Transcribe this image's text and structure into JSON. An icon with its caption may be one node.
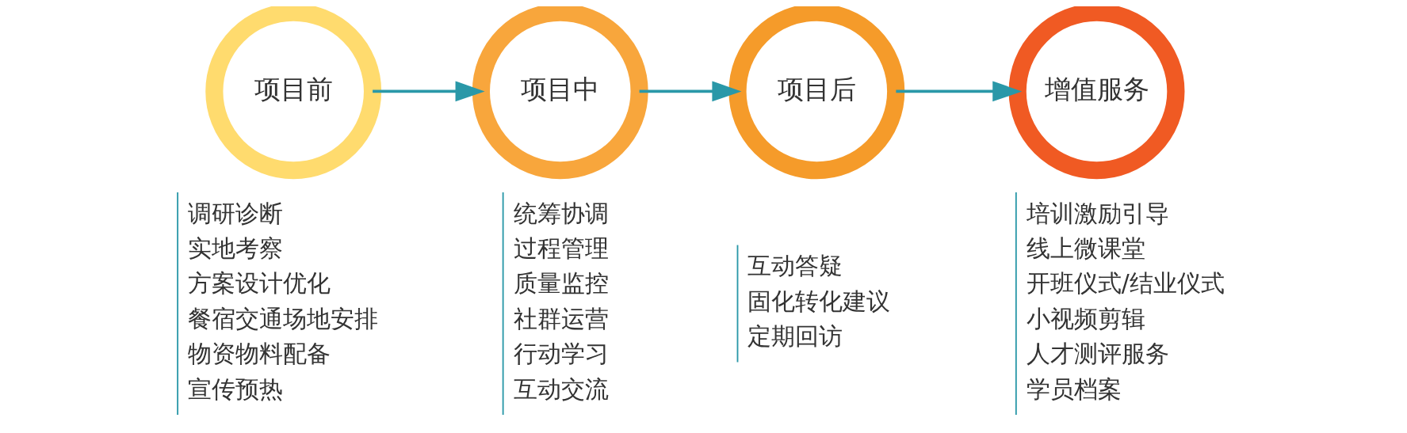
{
  "diagram": {
    "nodes": [
      {
        "text": [
          "项目前"
        ],
        "beside": [
          "调研诊断",
          "实地考察",
          "方案设计优化",
          "餐宿交通场地安排",
          "物资物料配备",
          "宣传预热"
        ]
      },
      {
        "text": [
          "项目中"
        ],
        "beside": [
          "统筹协调",
          "过程管理",
          "质量监控",
          "社群运营",
          "行动学习",
          "互动交流"
        ]
      },
      {
        "text": [
          "项目后"
        ],
        "beside": [
          "互动答疑",
          "固化转化建议",
          "定期回访"
        ]
      },
      {
        "text": [
          "增值服务"
        ],
        "beside": [
          "培训激励引导",
          "线上微课堂",
          "开班仪式/结业仪式",
          "小视频剪辑",
          "人才测评服务",
          "学员档案"
        ]
      }
    ],
    "edges": [
      {
        "from": 0,
        "to": 1,
        "arrow": "to"
      },
      {
        "from": 1,
        "to": 2,
        "arrow": "to"
      },
      {
        "from": 2,
        "to": 3,
        "arrow": "to"
      }
    ]
  }
}
